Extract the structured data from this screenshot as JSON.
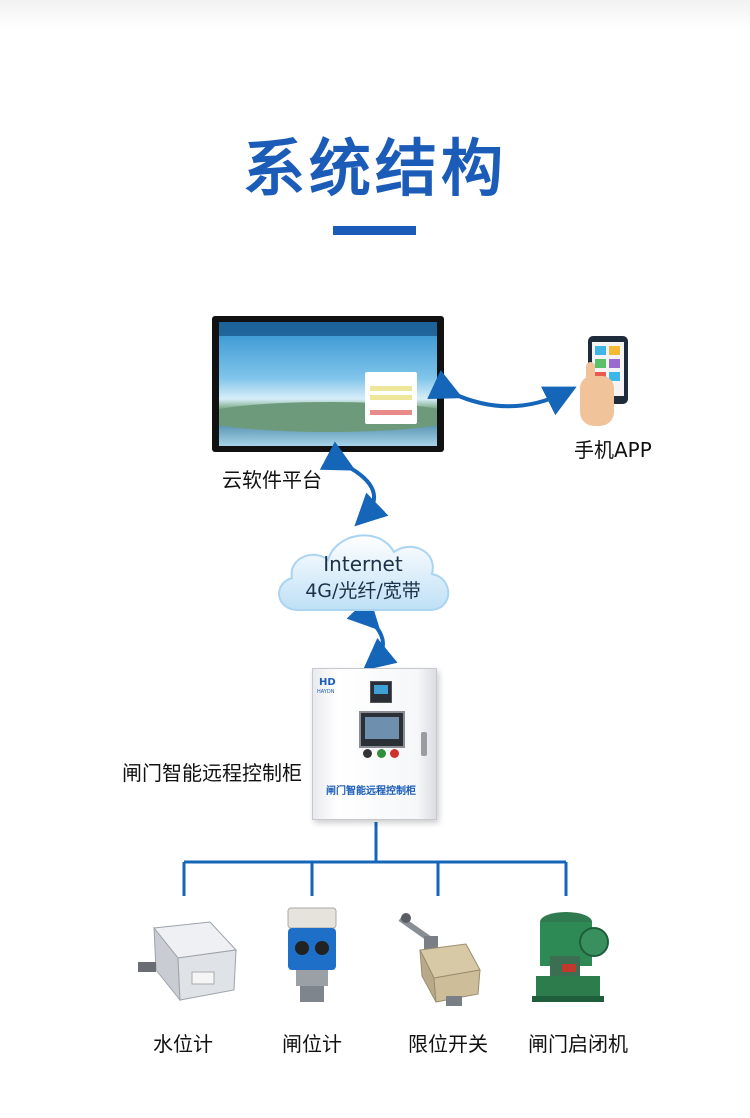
{
  "title": "系统结构",
  "cloud": {
    "line1": "Internet",
    "line2": "4G/光纤/宽带"
  },
  "labels": {
    "platform": "云软件平台",
    "app": "手机APP",
    "cabinet": "闸门智能远程控制柜"
  },
  "cabinet": {
    "brand": "HAYDN",
    "panel_text": "闸门智能远程控制柜"
  },
  "devices": [
    {
      "label": "水位计"
    },
    {
      "label": "闸位计"
    },
    {
      "label": "限位开关"
    },
    {
      "label": "闸门启闭机"
    }
  ],
  "colors": {
    "accent": "#1a5cb8",
    "line": "#1565b8",
    "text": "#111111"
  }
}
